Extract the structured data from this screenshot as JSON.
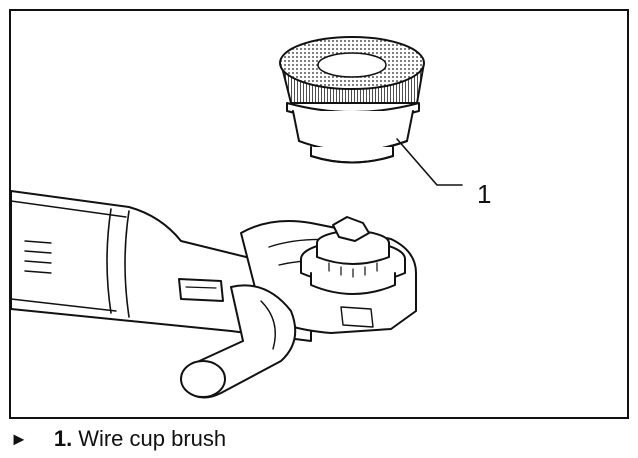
{
  "figure": {
    "callout": "1"
  },
  "legend": {
    "arrow": "►",
    "number": "1.",
    "label": "Wire cup brush"
  },
  "icons": {
    "legend_arrow": "right-triangle-arrow"
  }
}
